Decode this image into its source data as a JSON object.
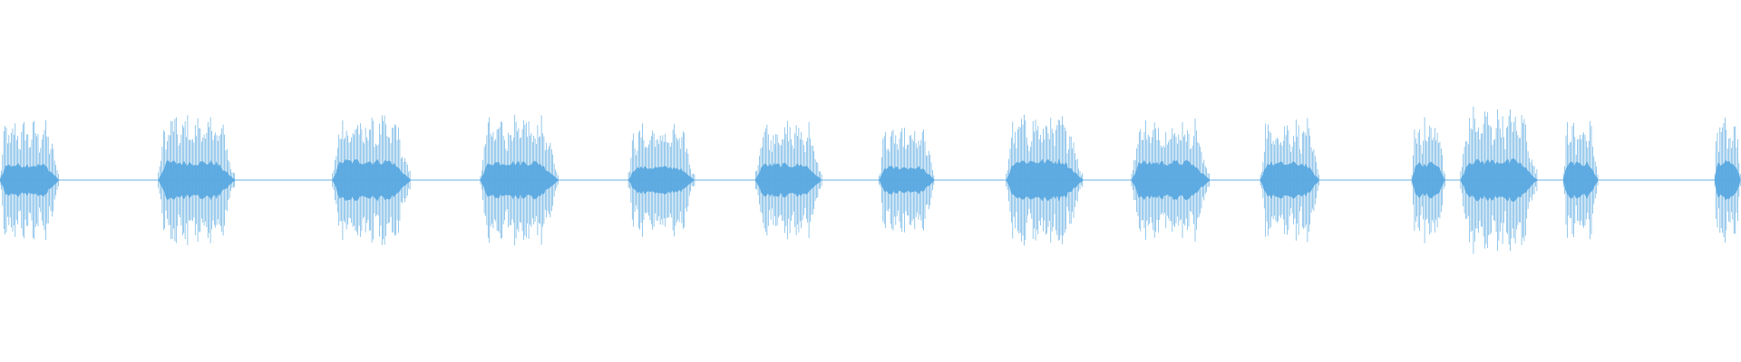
{
  "waveform": {
    "color": "#5aa9e0",
    "baseline_color": "#6eb3e6",
    "background": "#ffffff",
    "segments": [
      {
        "start": 0.0,
        "end": 0.034,
        "peak": 0.43,
        "core": 0.12
      },
      {
        "start": 0.091,
        "end": 0.135,
        "peak": 0.47,
        "core": 0.14
      },
      {
        "start": 0.191,
        "end": 0.236,
        "peak": 0.46,
        "core": 0.15
      },
      {
        "start": 0.276,
        "end": 0.321,
        "peak": 0.46,
        "core": 0.14
      },
      {
        "start": 0.361,
        "end": 0.399,
        "peak": 0.4,
        "core": 0.1
      },
      {
        "start": 0.434,
        "end": 0.472,
        "peak": 0.43,
        "core": 0.12
      },
      {
        "start": 0.505,
        "end": 0.537,
        "peak": 0.38,
        "core": 0.1
      },
      {
        "start": 0.578,
        "end": 0.622,
        "peak": 0.47,
        "core": 0.15
      },
      {
        "start": 0.65,
        "end": 0.695,
        "peak": 0.45,
        "core": 0.14
      },
      {
        "start": 0.724,
        "end": 0.758,
        "peak": 0.44,
        "core": 0.13
      },
      {
        "start": 0.811,
        "end": 0.83,
        "peak": 0.44,
        "core": 0.13
      },
      {
        "start": 0.839,
        "end": 0.883,
        "peak": 0.52,
        "core": 0.15
      },
      {
        "start": 0.898,
        "end": 0.918,
        "peak": 0.42,
        "core": 0.13
      },
      {
        "start": 0.985,
        "end": 1.0,
        "peak": 0.48,
        "core": 0.14
      }
    ]
  }
}
